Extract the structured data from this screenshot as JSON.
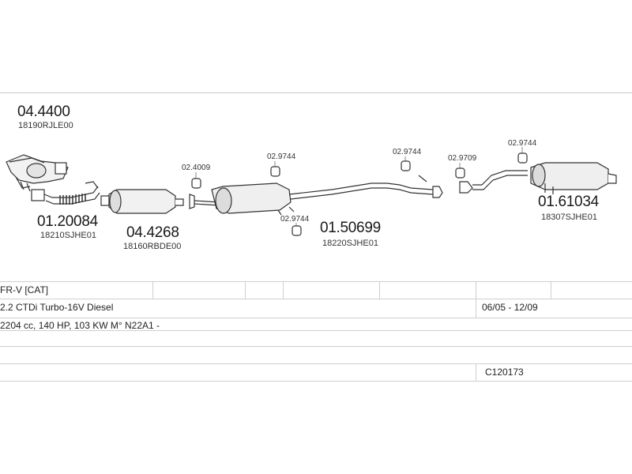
{
  "parts": {
    "front_pipe": {
      "number": "04.4400",
      "oem": "18190RJLE00"
    },
    "flex_pipe": {
      "number": "01.20084",
      "oem": "18210SJHE01"
    },
    "catalyst": {
      "number": "04.4268",
      "oem": "18160RBDE00"
    },
    "middle": {
      "number": "01.50699",
      "oem": "18220SJHE01"
    },
    "rear": {
      "number": "01.61034",
      "oem": "18307SJHE01"
    }
  },
  "clamps": {
    "c1": "02.4009",
    "c2": "02.9744",
    "c3": "02.9744",
    "c4": "02.9744",
    "c5": "02.9709",
    "c6": "02.9744"
  },
  "info": {
    "model": "FR-V [CAT]",
    "engine": "2.2 CTDi Turbo-16V Diesel",
    "years": "06/05 - 12/09",
    "specs": "2204 cc, 140 HP, 103 KW M° N22A1 -",
    "code": "C120173"
  }
}
